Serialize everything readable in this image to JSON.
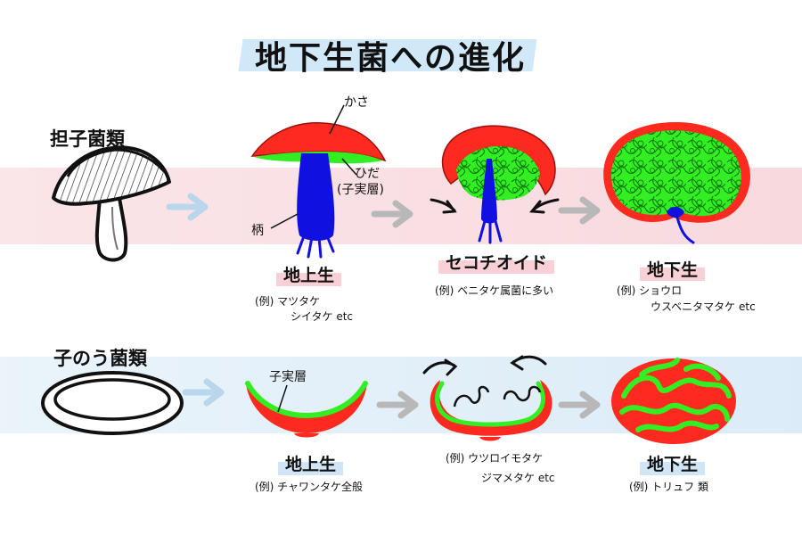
{
  "title": "地下生菌への進化",
  "basidio": {
    "group_label": "担子菌類",
    "annotations": {
      "cap": "かさ",
      "gills": "ひだ",
      "hymenium": "(子実層)",
      "stem": "柄"
    },
    "stages": [
      {
        "caption": "地上生",
        "example": "(例) マツタケ",
        "example2": "シイタケ etc"
      },
      {
        "caption": "セコチオイド",
        "example": "(例) ベニタケ属菌に多い",
        "example2": ""
      },
      {
        "caption": "地下生",
        "example": "(例) ショウロ",
        "example2": "ウスベニタマタケ etc"
      }
    ]
  },
  "asco": {
    "group_label": "子のう菌類",
    "annotations": {
      "hymenium": "子実層"
    },
    "stages": [
      {
        "caption": "地上生",
        "example": "(例) チャワンタケ全般",
        "example2": ""
      },
      {
        "caption": "",
        "example": "(例) ウツロイモタケ",
        "example2": "ジマメタケ etc"
      },
      {
        "caption": "地下生",
        "example": "(例) トリュフ 類",
        "example2": ""
      }
    ]
  },
  "colors": {
    "cap_red": "#ff2a1f",
    "gill_green": "#33ee22",
    "stem_blue": "#1010e0",
    "arrow_gray": "#b8b8b8",
    "arrow_blue": "#b9d6ec",
    "band_pink": "#f6d0d6",
    "band_blue": "#d5e8f6"
  }
}
